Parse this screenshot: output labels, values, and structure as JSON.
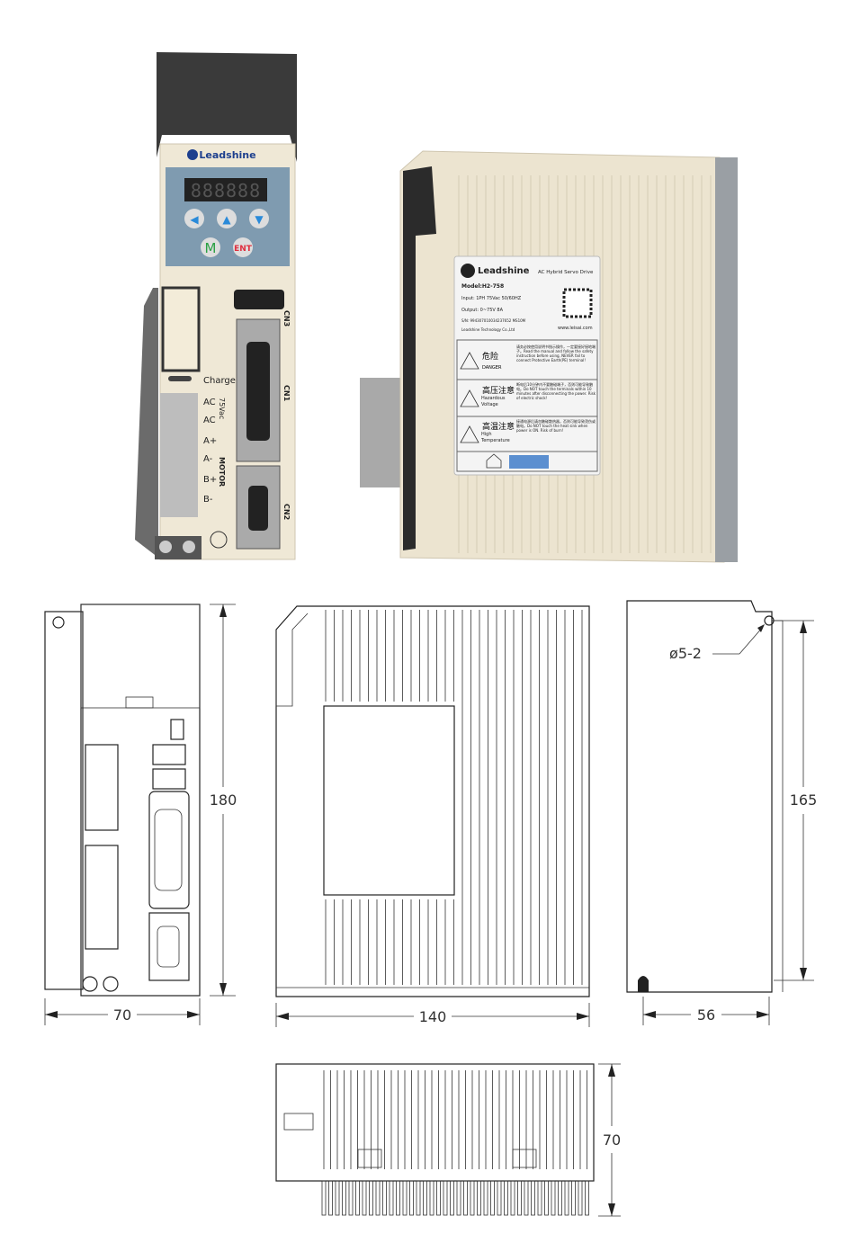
{
  "front_photo": {
    "brand": "Leadshine",
    "display": "888888",
    "buttons": [
      "◀",
      "▲",
      "▼",
      "M",
      "ENT"
    ],
    "charge_label": "Charge",
    "terminals": [
      "AC",
      "AC",
      "A+",
      "A-",
      "B+",
      "B-"
    ],
    "voltage_label": "75Vac",
    "motor_label": "MOTOR",
    "connectors": [
      "CN3",
      "CN1",
      "CN2"
    ]
  },
  "side_label": {
    "brand": "Leadshine",
    "product": "AC Hybrid Servo Drive",
    "model": "Model:H2-758",
    "input": "Input: 1PH 75Vac 50/60HZ",
    "output": "Output: 0~75V 8A",
    "sn": "S/N: 99430701003423765​2 MS10M",
    "company": "Leadshine Technology Co.,Ltd",
    "website": "www.leisai.com",
    "warnings": [
      {
        "cn": "危险",
        "en": "DANGER",
        "text": "请务必按使用说明书指示操作，一定要接好接地端子。Read the manual and follow the safety instruction before using, NEVER fail to connect Protective Earth(PE) terminal!"
      },
      {
        "cn": "高压注意",
        "en": "Hazardous Voltage",
        "text": "断电后10分钟内不要触碰端子，否则可能导致触电。Do NOT touch the terminals within 10 minutes after disconnecting the power. Risk of electric shock!"
      },
      {
        "cn": "高温注意",
        "en": "High Temperature",
        "text": "接通电源后请勿触碰散热器，否则可能导致烫伤或触电。Do NOT touch the heat sink when power is ON. Risk of burn!"
      }
    ]
  },
  "drawings": {
    "front_height": "180",
    "front_width": "70",
    "side_length": "140",
    "back_hole": "ø5-2",
    "back_hole_spacing": "165",
    "back_width": "56",
    "bottom_depth": "70"
  }
}
